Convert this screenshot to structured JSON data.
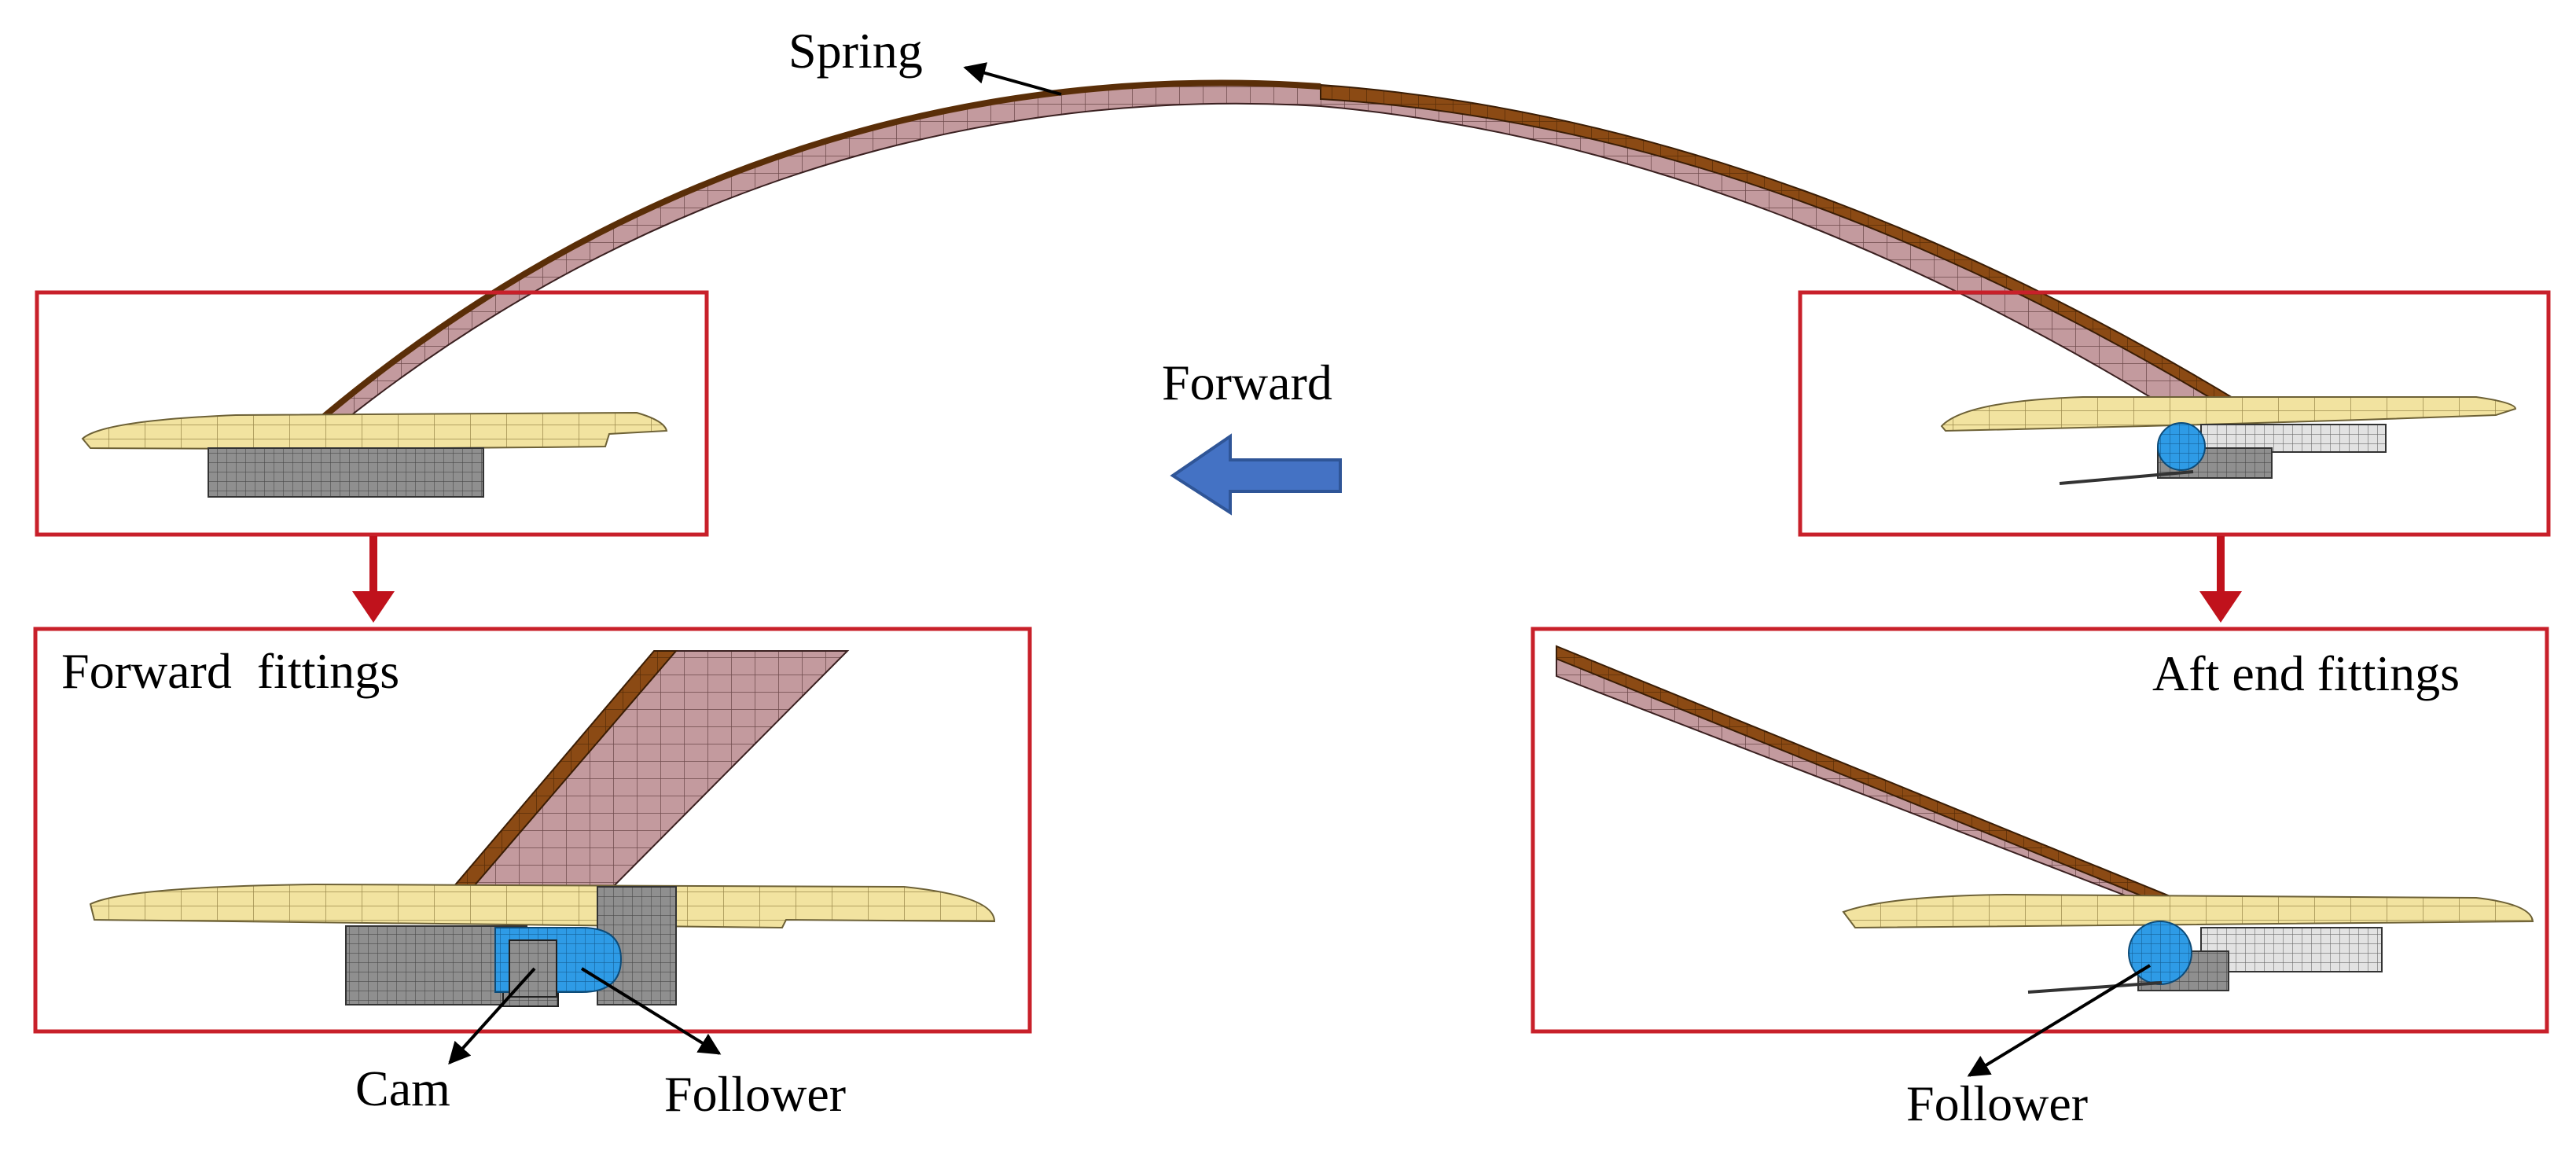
{
  "labels": {
    "spring": "Spring",
    "forward": "Forward",
    "forward_fittings": "Forward  fittings",
    "aft_end_fittings": "Aft end fittings",
    "cam": "Cam",
    "follower_forward": "Follower",
    "follower_aft": "Follower"
  },
  "colors": {
    "frame": "#c8202a",
    "link_arrow": "#c0121c",
    "direction_arrow_fill": "#4472c4",
    "direction_arrow_stroke": "#2f5597",
    "spring_dark": "#8b4a14",
    "spring_light": "#c39a9e",
    "plate_fill": "#f2e3a0",
    "plate_edge": "#cbb463",
    "block_gray": "#8a8a8a",
    "block_light": "#d9d9d9",
    "cam_follower_blue": "#2e9be6",
    "pointer": "#000000"
  },
  "icons": {
    "direction": "left-arrow-icon",
    "link": "down-arrow-icon"
  }
}
